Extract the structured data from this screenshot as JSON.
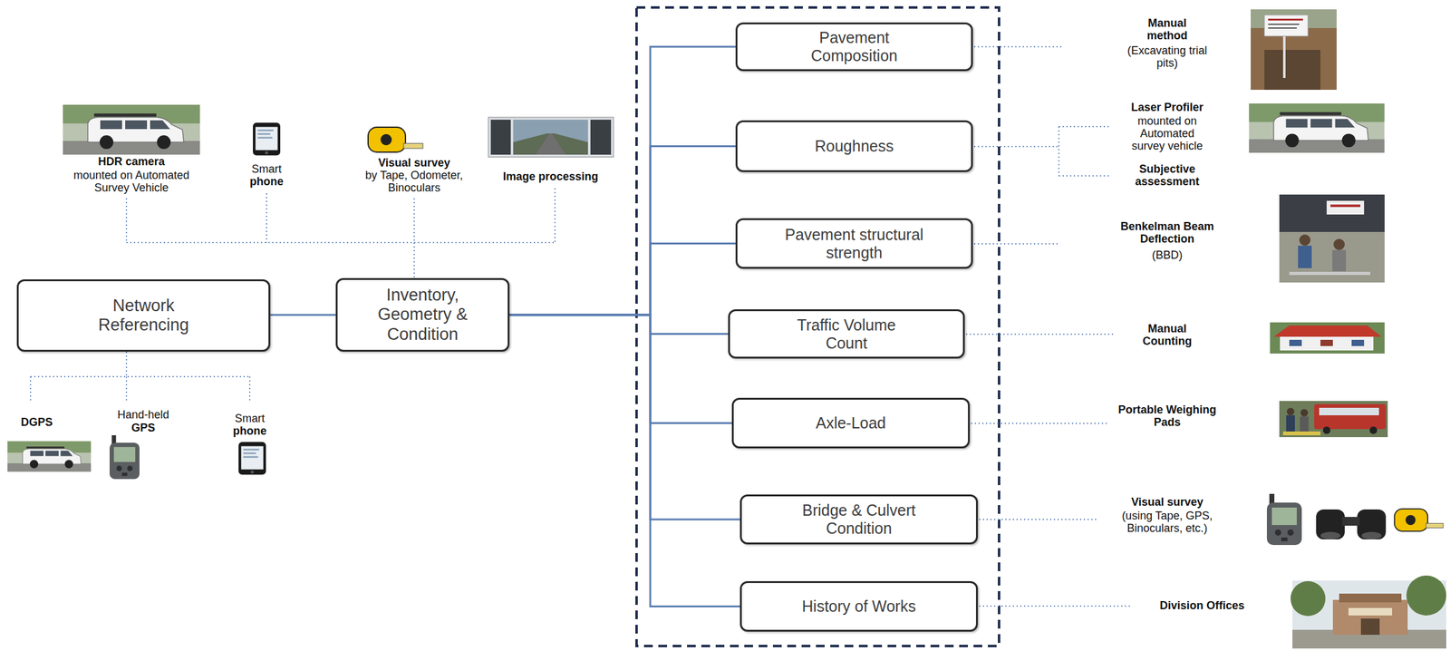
{
  "diagram": {
    "nodes": [
      {
        "text": [
          "Network Referencing"
        ]
      },
      {
        "text": [
          "Inventory, Geometry & Condition"
        ]
      },
      {
        "text": [
          "Pavement Composition"
        ]
      },
      {
        "text": [
          "Roughness"
        ]
      },
      {
        "text": [
          "Pavement structural strength"
        ]
      },
      {
        "text": [
          "Traffic Volume Count"
        ]
      },
      {
        "text": [
          "Axle-Load"
        ]
      },
      {
        "text": [
          "Bridge & Culvert Condition"
        ]
      },
      {
        "text": [
          "History of Works"
        ]
      }
    ],
    "edges": [
      {
        "from": 0,
        "to": 1,
        "arrow": "none"
      },
      {
        "from": 1,
        "to": 2,
        "arrow": "none"
      },
      {
        "from": 1,
        "to": 3,
        "arrow": "none"
      },
      {
        "from": 1,
        "to": 4,
        "arrow": "none"
      },
      {
        "from": 1,
        "to": 5,
        "arrow": "none"
      },
      {
        "from": 1,
        "to": 6,
        "arrow": "none"
      },
      {
        "from": 1,
        "to": 7,
        "arrow": "none"
      },
      {
        "from": 1,
        "to": 8,
        "arrow": "none"
      }
    ],
    "labels": [
      "HDR camera",
      "mounted on Automated Survey Vehicle",
      "Smart",
      "phone",
      "Visual survey",
      "by Tape, Odometer, Binoculars",
      "Image processing",
      "DGPS",
      "Hand-held",
      "GPS",
      "Smart",
      "phone",
      "Manual method",
      "(Excavating trial pits)",
      "Laser Profiler",
      "mounted on Automated survey vehicle",
      "Subjective assessment",
      "Benkelman Beam Deflection",
      "(BBD)",
      "Manual Counting",
      "Portable Weighing Pads",
      "Visual survey",
      "(using Tape, GPS, Binoculars, etc.)",
      "Division Offices"
    ]
  }
}
